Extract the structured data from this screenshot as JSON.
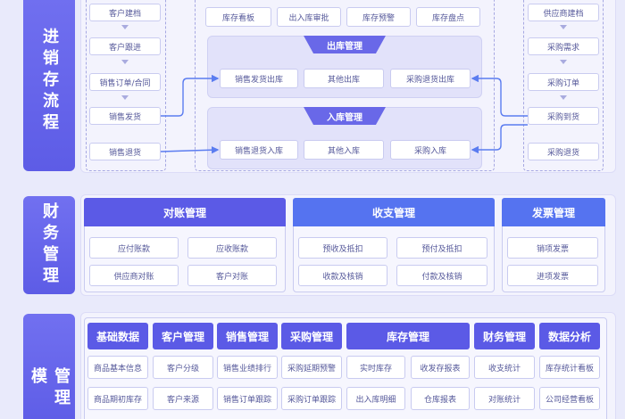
{
  "sections": {
    "flow": "进销存流程",
    "finance": "财务管理",
    "module": "管理模"
  },
  "sales_steps": [
    "客户建档",
    "客户跟进",
    "销售订单/合同",
    "销售发货",
    "销售退货"
  ],
  "purchase_steps": [
    "供应商建档",
    "采购需求",
    "采购订单",
    "采购到货",
    "采购退货"
  ],
  "inventory_top": [
    "库存看板",
    "出入库审批",
    "库存预警",
    "库存盘点"
  ],
  "outbound": {
    "title": "出库管理",
    "items": [
      "销售发货出库",
      "其他出库",
      "采购退货出库"
    ]
  },
  "inbound": {
    "title": "入库管理",
    "items": [
      "销售退货入库",
      "其他入库",
      "采购入库"
    ]
  },
  "finance": {
    "reconcile": {
      "title": "对账管理",
      "items": [
        "应付账款",
        "应收账款",
        "供应商对账",
        "客户对账"
      ]
    },
    "payment": {
      "title": "收支管理",
      "items": [
        "预收及抵扣",
        "预付及抵扣",
        "收款及核销",
        "付款及核销"
      ]
    },
    "invoice": {
      "title": "发票管理",
      "items": [
        "销项发票",
        "进项发票"
      ]
    }
  },
  "modules": [
    {
      "title": "基础数据",
      "items": [
        "商品基本信息",
        "商品期初库存"
      ]
    },
    {
      "title": "客户管理",
      "items": [
        "客户分级",
        "客户来源"
      ]
    },
    {
      "title": "销售管理",
      "items": [
        "销售业绩排行",
        "销售订单跟踪"
      ]
    },
    {
      "title": "采购管理",
      "items": [
        "采购延期预警",
        "采购订单跟踪"
      ]
    },
    {
      "title": "库存管理",
      "items": [
        "实时库存",
        "收发存报表",
        "出入库明细",
        "仓库报表"
      ]
    },
    {
      "title": "财务管理",
      "items": [
        "收支统计",
        "对账统计"
      ]
    },
    {
      "title": "数据分析",
      "items": [
        "库存统计看板",
        "公司经营看板"
      ]
    }
  ],
  "colors": {
    "primary": "#5b5ae6",
    "accent_blue": "#5573f0",
    "background": "#e9eafb"
  }
}
